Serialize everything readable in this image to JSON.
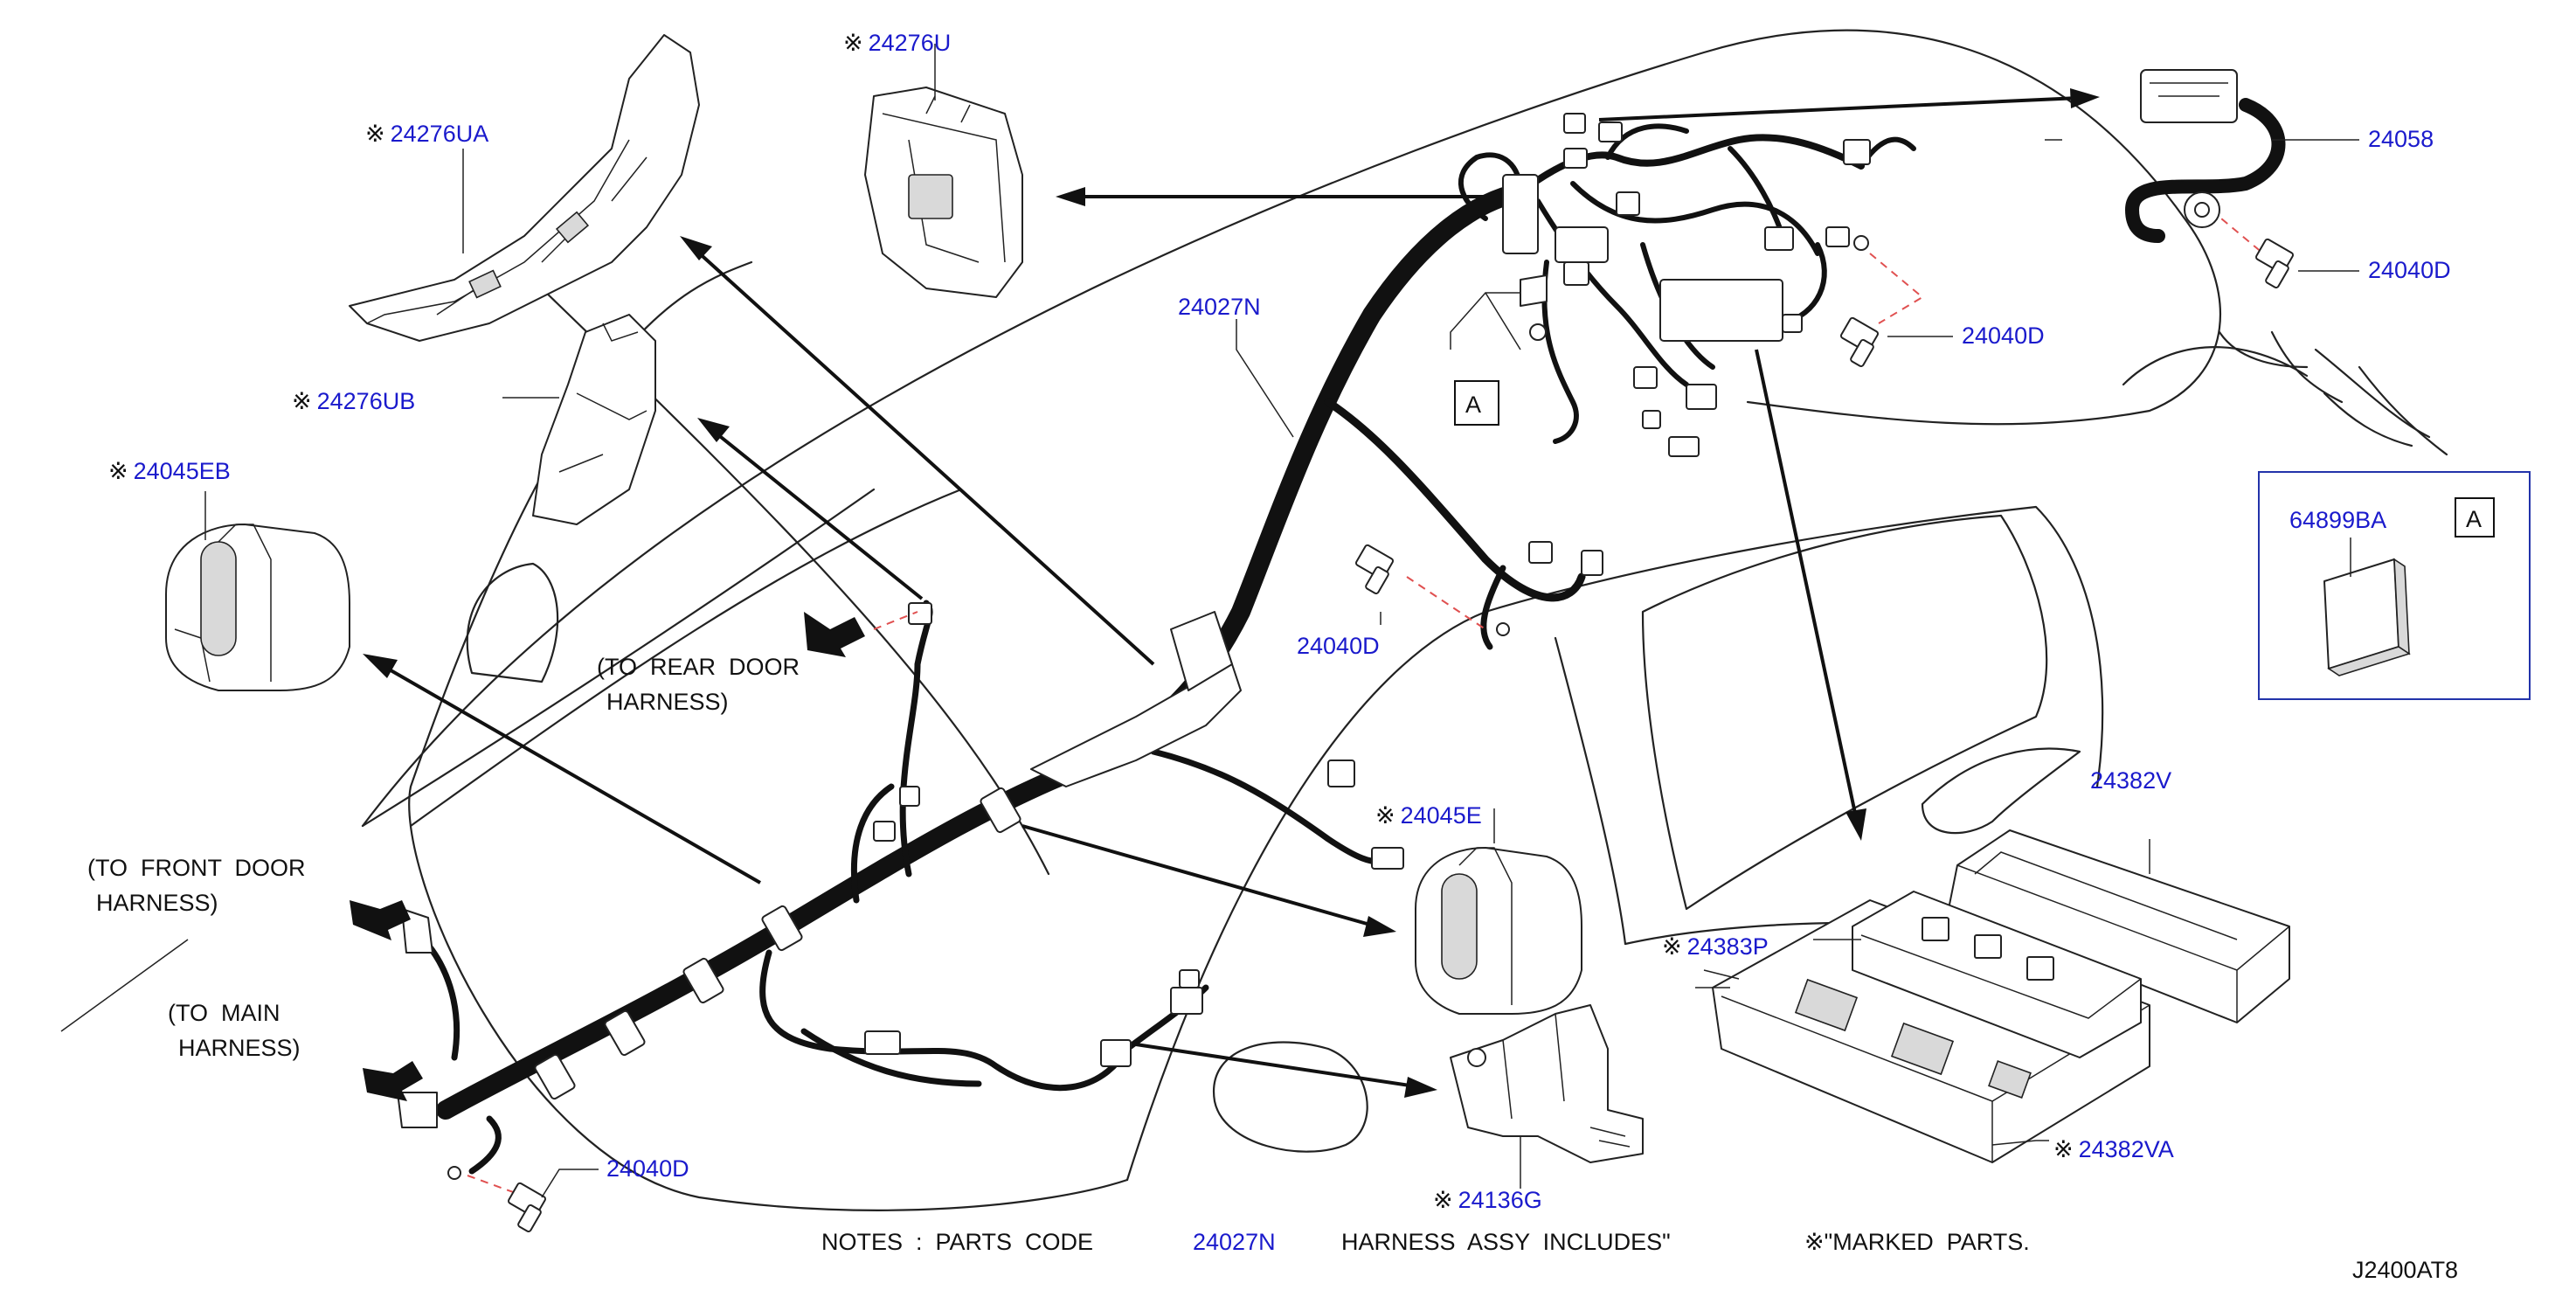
{
  "diagram_id": "J2400AT8",
  "marker_symbol": "※",
  "colors": {
    "part_number": "#1a1acc",
    "text": "#111111",
    "leader_dash": "#e05050"
  },
  "labels": {
    "p24276UA": {
      "mark": "※",
      "number": "24276UA"
    },
    "p24276U": {
      "mark": "※",
      "number": "24276U"
    },
    "p24276UB": {
      "mark": "※",
      "number": "24276UB"
    },
    "p24045EB": {
      "mark": "※",
      "number": "24045EB"
    },
    "p24045E": {
      "mark": "※",
      "number": "24045E"
    },
    "p24383P": {
      "mark": "※",
      "number": "24383P"
    },
    "p24382VA": {
      "mark": "※",
      "number": "24382VA"
    },
    "p24136G": {
      "mark": "※",
      "number": "24136G"
    },
    "p24027N": {
      "number": "24027N"
    },
    "p24058": {
      "number": "24058"
    },
    "p24040D_top": {
      "number": "24040D"
    },
    "p24040D_mid": {
      "number": "24040D"
    },
    "p24040D_center": {
      "number": "24040D"
    },
    "p24040D_bottom": {
      "number": "24040D"
    },
    "p24382V": {
      "number": "24382V"
    },
    "p64899BA": {
      "number": "64899BA"
    }
  },
  "callout_letter": "A",
  "harness_notes": {
    "rear_door": [
      "(TO  REAR  DOOR",
      "HARNESS)"
    ],
    "front_door": [
      "(TO  FRONT  DOOR",
      "HARNESS)"
    ],
    "main": [
      "(TO  MAIN",
      "HARNESS)"
    ]
  },
  "footer": {
    "notes_prefix": "NOTES  :  PARTS  CODE",
    "notes_code": "24027N",
    "notes_suffix": "HARNESS  ASSY  INCLUDES\"",
    "marked": "※\"MARKED  PARTS."
  }
}
